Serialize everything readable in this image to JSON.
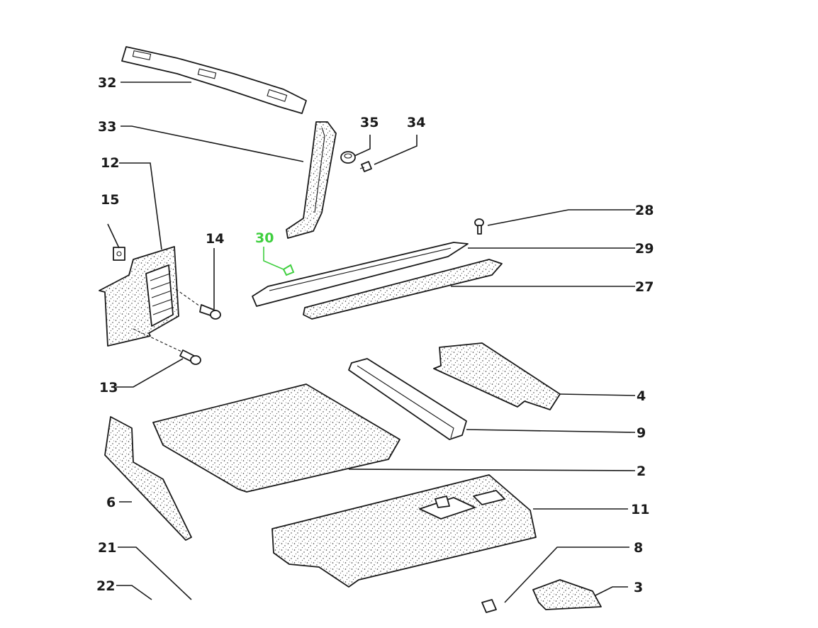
{
  "callouts": {
    "c2": "2",
    "c3": "3",
    "c4": "4",
    "c6": "6",
    "c8": "8",
    "c9": "9",
    "c11": "11",
    "c12": "12",
    "c13": "13",
    "c14": "14",
    "c15": "15",
    "c21": "21",
    "c22": "22",
    "c27": "27",
    "c28": "28",
    "c29": "29",
    "c30": "30",
    "c32": "32",
    "c33": "33",
    "c34": "34",
    "c35": "35"
  },
  "highlight_color": "#3fcf3f",
  "ink_color": "#1a1a1a"
}
